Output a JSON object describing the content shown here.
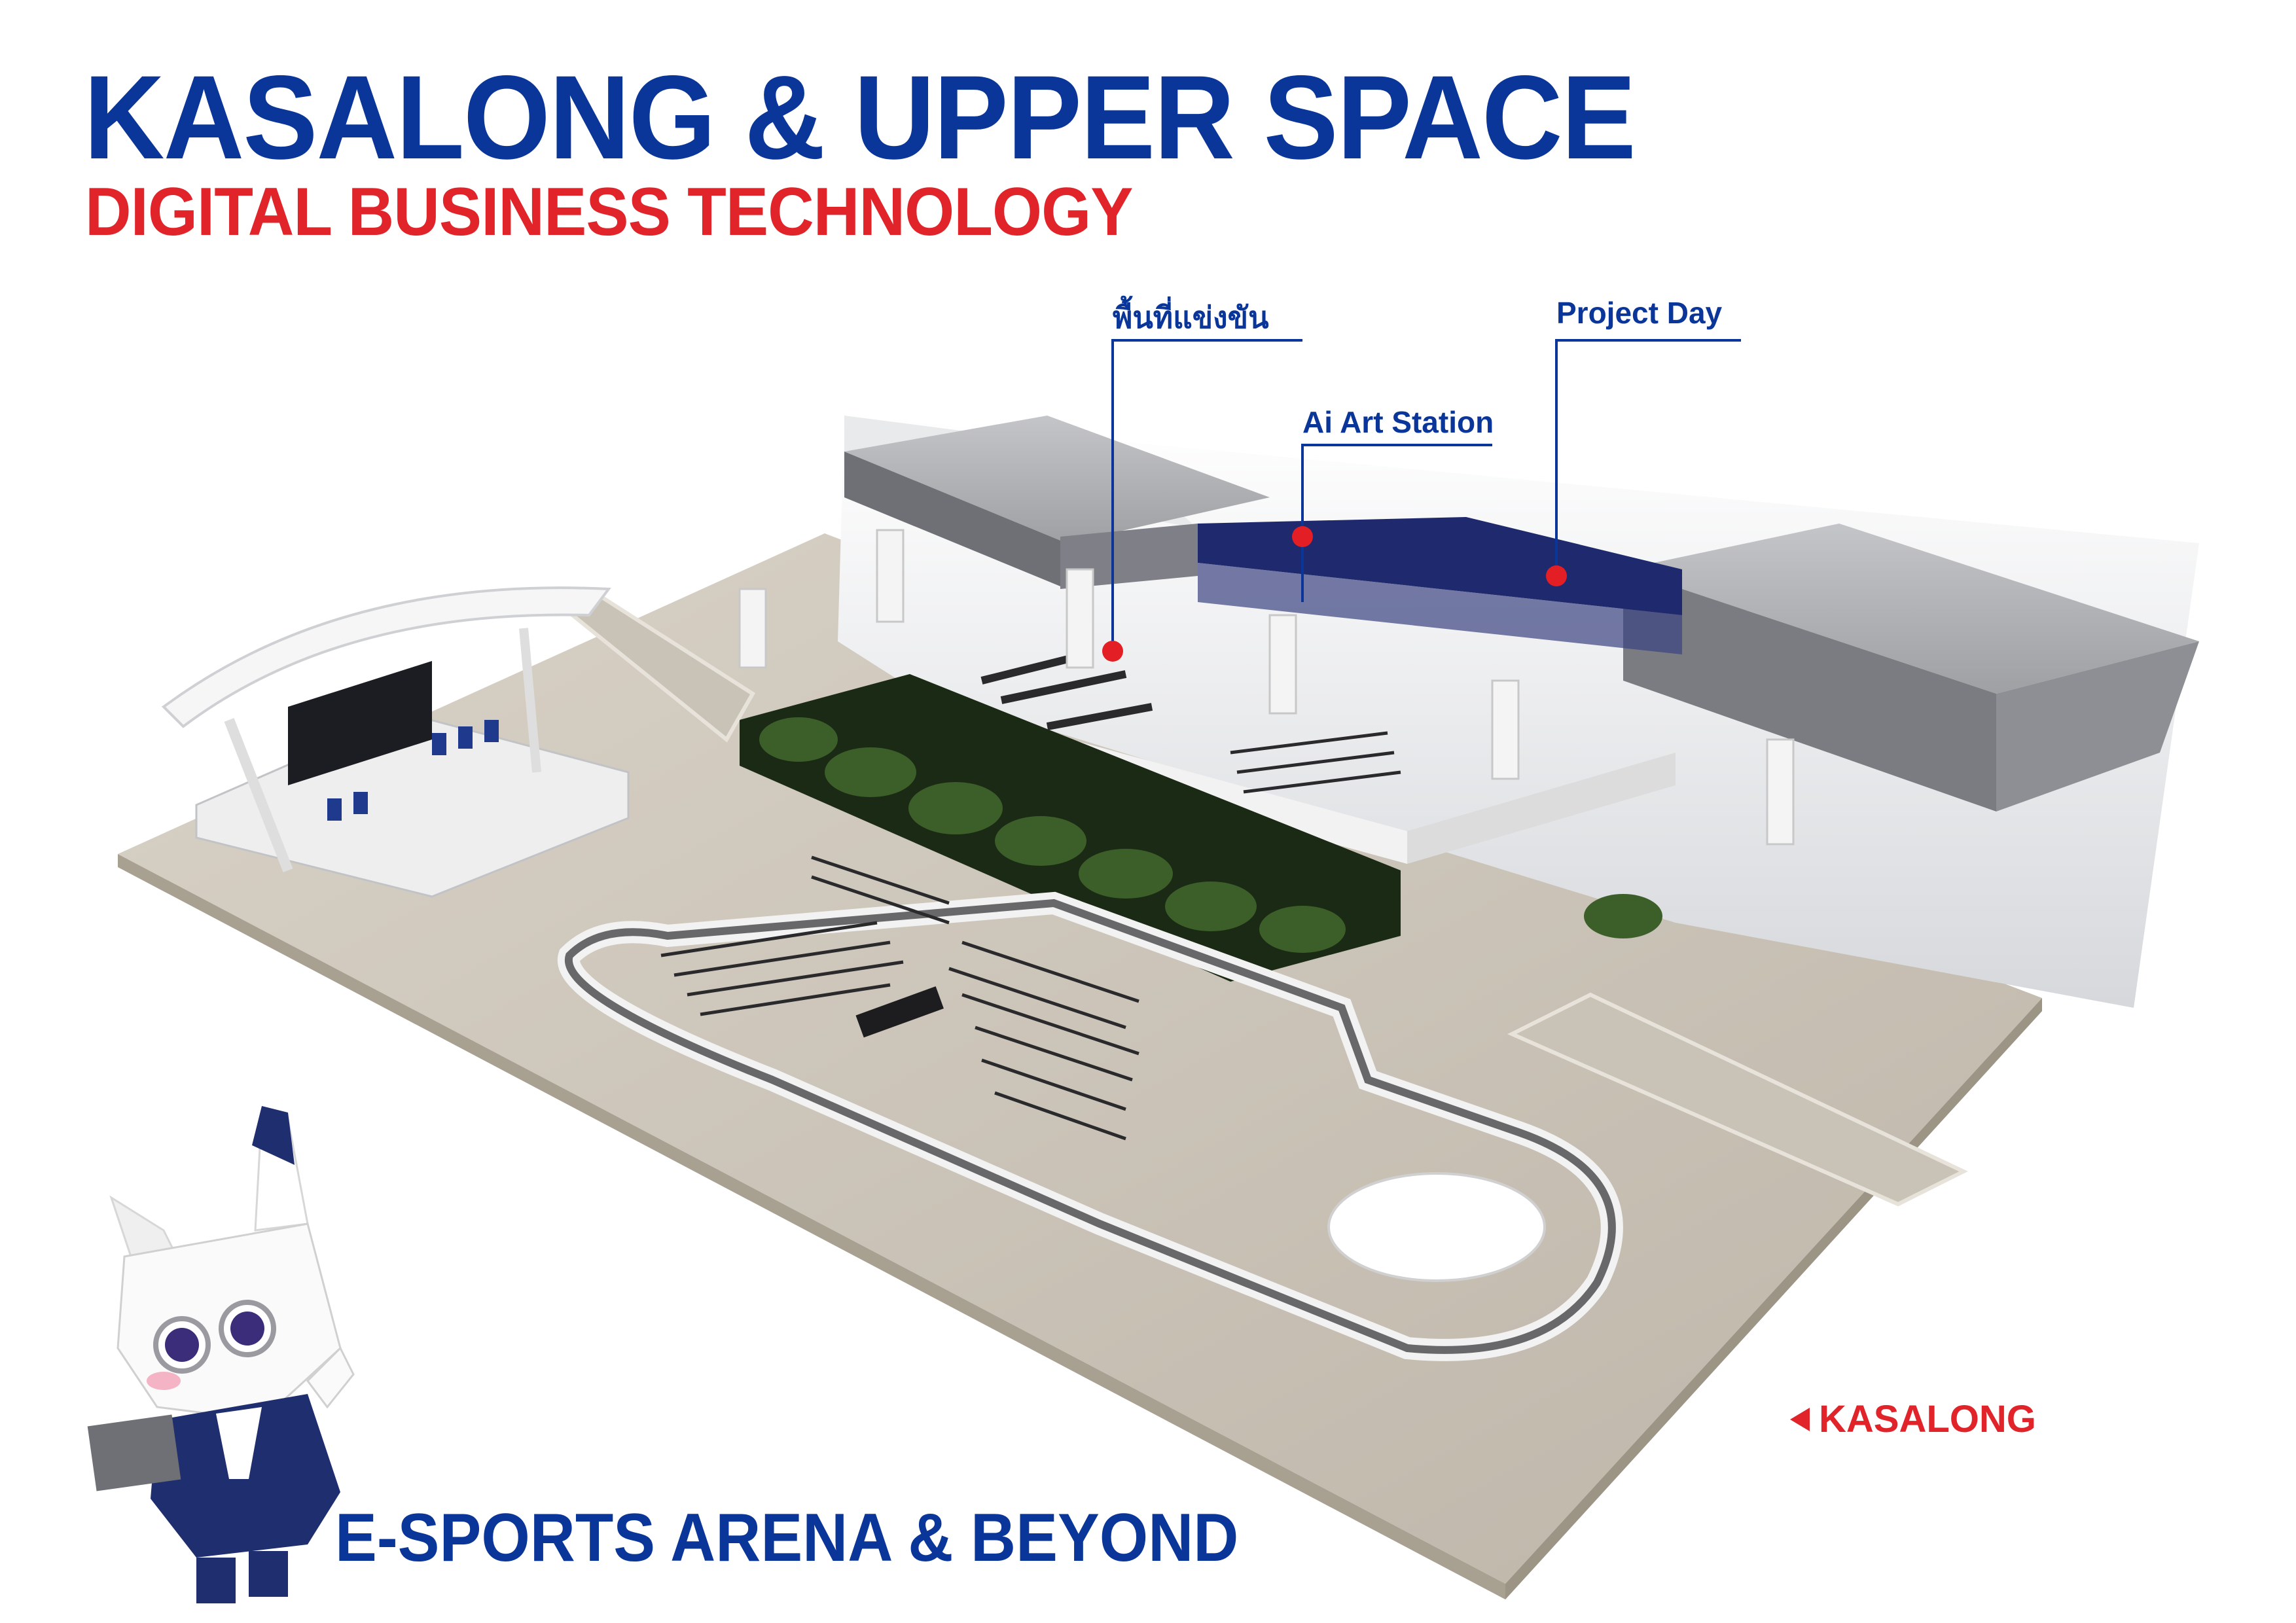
{
  "title": "KASALONG & UPPER SPACE",
  "subtitle": "DIGITAL BUSINESS TECHNOLOGY",
  "footer": "E-SPORTS ARENA & BEYOND",
  "callouts": {
    "competition": "พื้นที่แข่งขัน",
    "ai_art": "Ai Art Station",
    "project_day": "Project Day"
  },
  "kasalong_marker": "KASALONG",
  "colors": {
    "title_blue": "#0b3699",
    "accent_red": "#e0242a",
    "marker_red": "#e31e24"
  }
}
